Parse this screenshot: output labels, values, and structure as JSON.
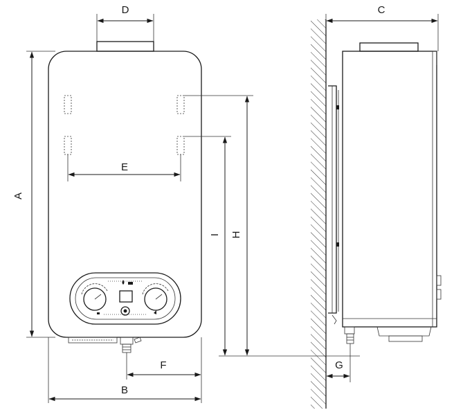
{
  "dimensions": {
    "A": "A",
    "B": "B",
    "C": "C",
    "D": "D",
    "E": "E",
    "F": "F",
    "G": "G",
    "H": "H",
    "I": "I"
  },
  "colors": {
    "line": "#1a1a1a",
    "background": "#ffffff"
  }
}
